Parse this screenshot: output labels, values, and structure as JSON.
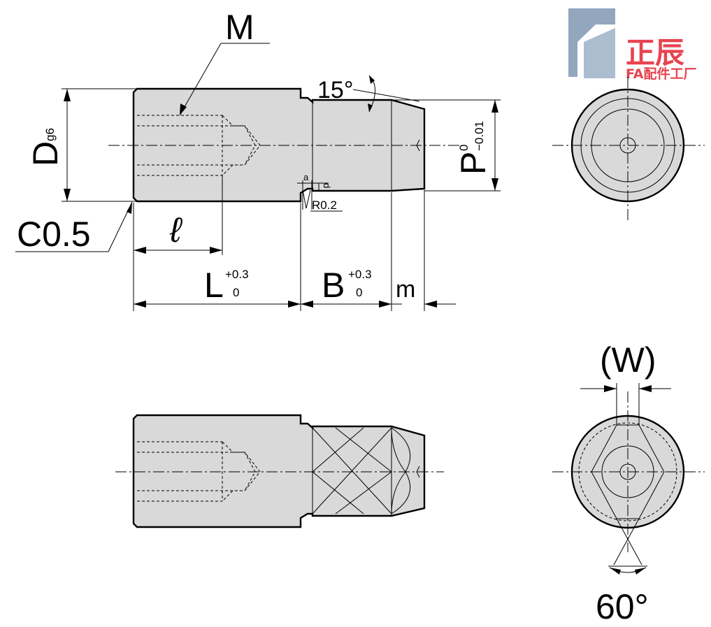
{
  "labels": {
    "thread": "M",
    "diameter_main": "D",
    "diameter_tol": "g6",
    "chamfer": "C0.5",
    "thread_depth": "ℓ",
    "length_L": "L",
    "length_L_upper": "+0.3",
    "length_L_lower": "0",
    "length_B": "B",
    "length_B_upper": "+0.3",
    "length_B_lower": "0",
    "length_m": "m",
    "angle_taper": "15°",
    "diameter_P": "P",
    "diameter_P_upper": "0",
    "diameter_P_lower": "−0.01",
    "groove_a": "a",
    "groove_d": "d",
    "radius": "R0.2",
    "width_flats": "(W)",
    "angle_flats": "60°"
  },
  "logo": {
    "chinese": "正辰",
    "subtitle": "FA配件工厂",
    "colors": {
      "primary": "#e8434f",
      "secondary": "#7f97b3"
    }
  },
  "colors": {
    "part_fill": "#d9d9d9",
    "line": "#000000"
  }
}
